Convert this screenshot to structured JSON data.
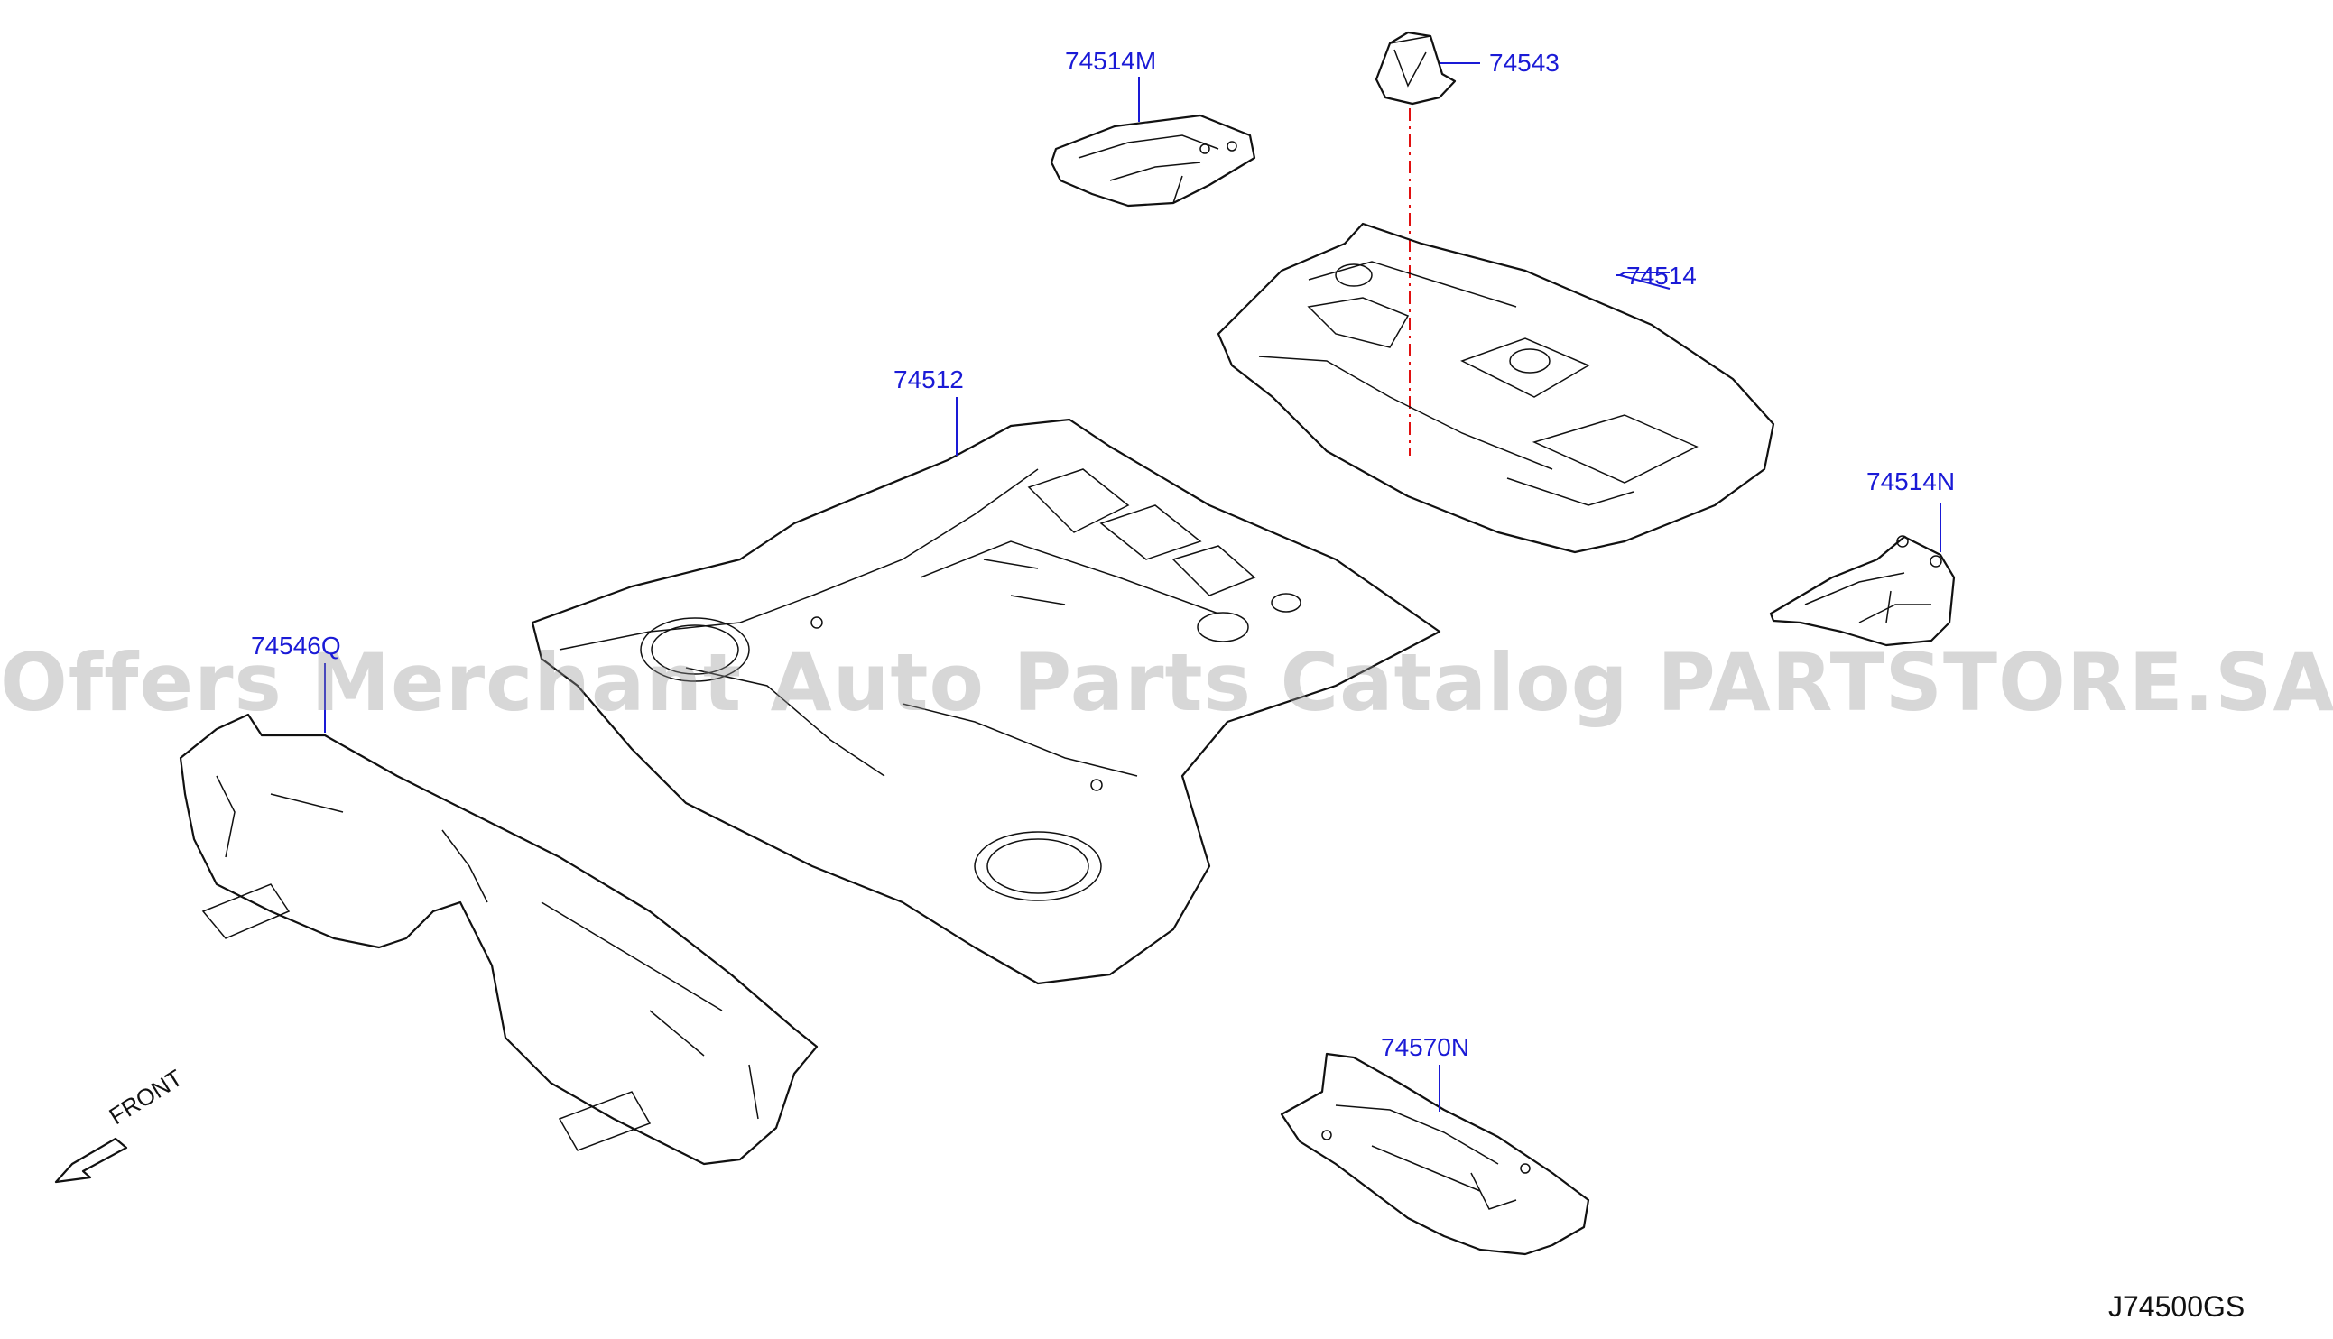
{
  "diagram_code": "J74500GS",
  "watermark": "Offers Merchant Auto Parts Catalog PARTSTORE.SA",
  "front_label": "FRONT",
  "parts": [
    {
      "id": "74514M",
      "label": "74514M"
    },
    {
      "id": "74543",
      "label": "74543"
    },
    {
      "id": "74514",
      "label": "74514"
    },
    {
      "id": "74512",
      "label": "74512"
    },
    {
      "id": "74514N",
      "label": "74514N"
    },
    {
      "id": "74546Q",
      "label": "74546Q"
    },
    {
      "id": "74570N",
      "label": "74570N"
    }
  ],
  "colors": {
    "label": "#1a1ad6",
    "outline": "#111111",
    "centerline": "#e01010",
    "watermark": "#969696"
  }
}
